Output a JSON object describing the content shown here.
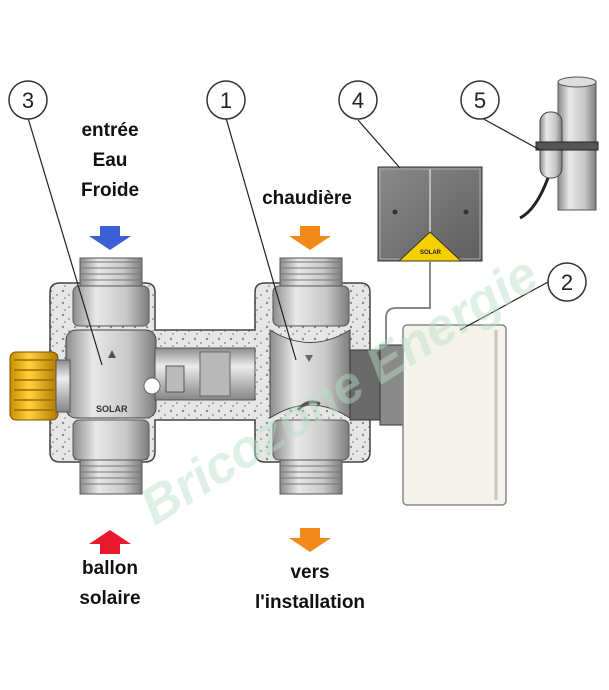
{
  "callouts": [
    {
      "number": "1"
    },
    {
      "number": "2"
    },
    {
      "number": "3"
    },
    {
      "number": "4"
    },
    {
      "number": "5"
    }
  ],
  "labels": {
    "cold_water_inlet": [
      "entrée",
      "Eau",
      "Froide"
    ],
    "boiler": "chaudière",
    "solar_tank": [
      "ballon",
      "solaire"
    ],
    "to_installation": [
      "vers",
      "l'installation"
    ]
  },
  "valve_marking": "SOLAR",
  "controller_brand": "SOLAR",
  "watermark": "Bricozone Energie",
  "colors": {
    "cold_arrow": "#3b5fd4",
    "hot_arrow": "#e8192c",
    "boiler_arrow": "#f28a1a",
    "knob": "#f2b800",
    "insulation": "#d9d9d9",
    "metal": "#c9c9c9",
    "box": "#7a7a7a",
    "warning": "#f5d000"
  }
}
